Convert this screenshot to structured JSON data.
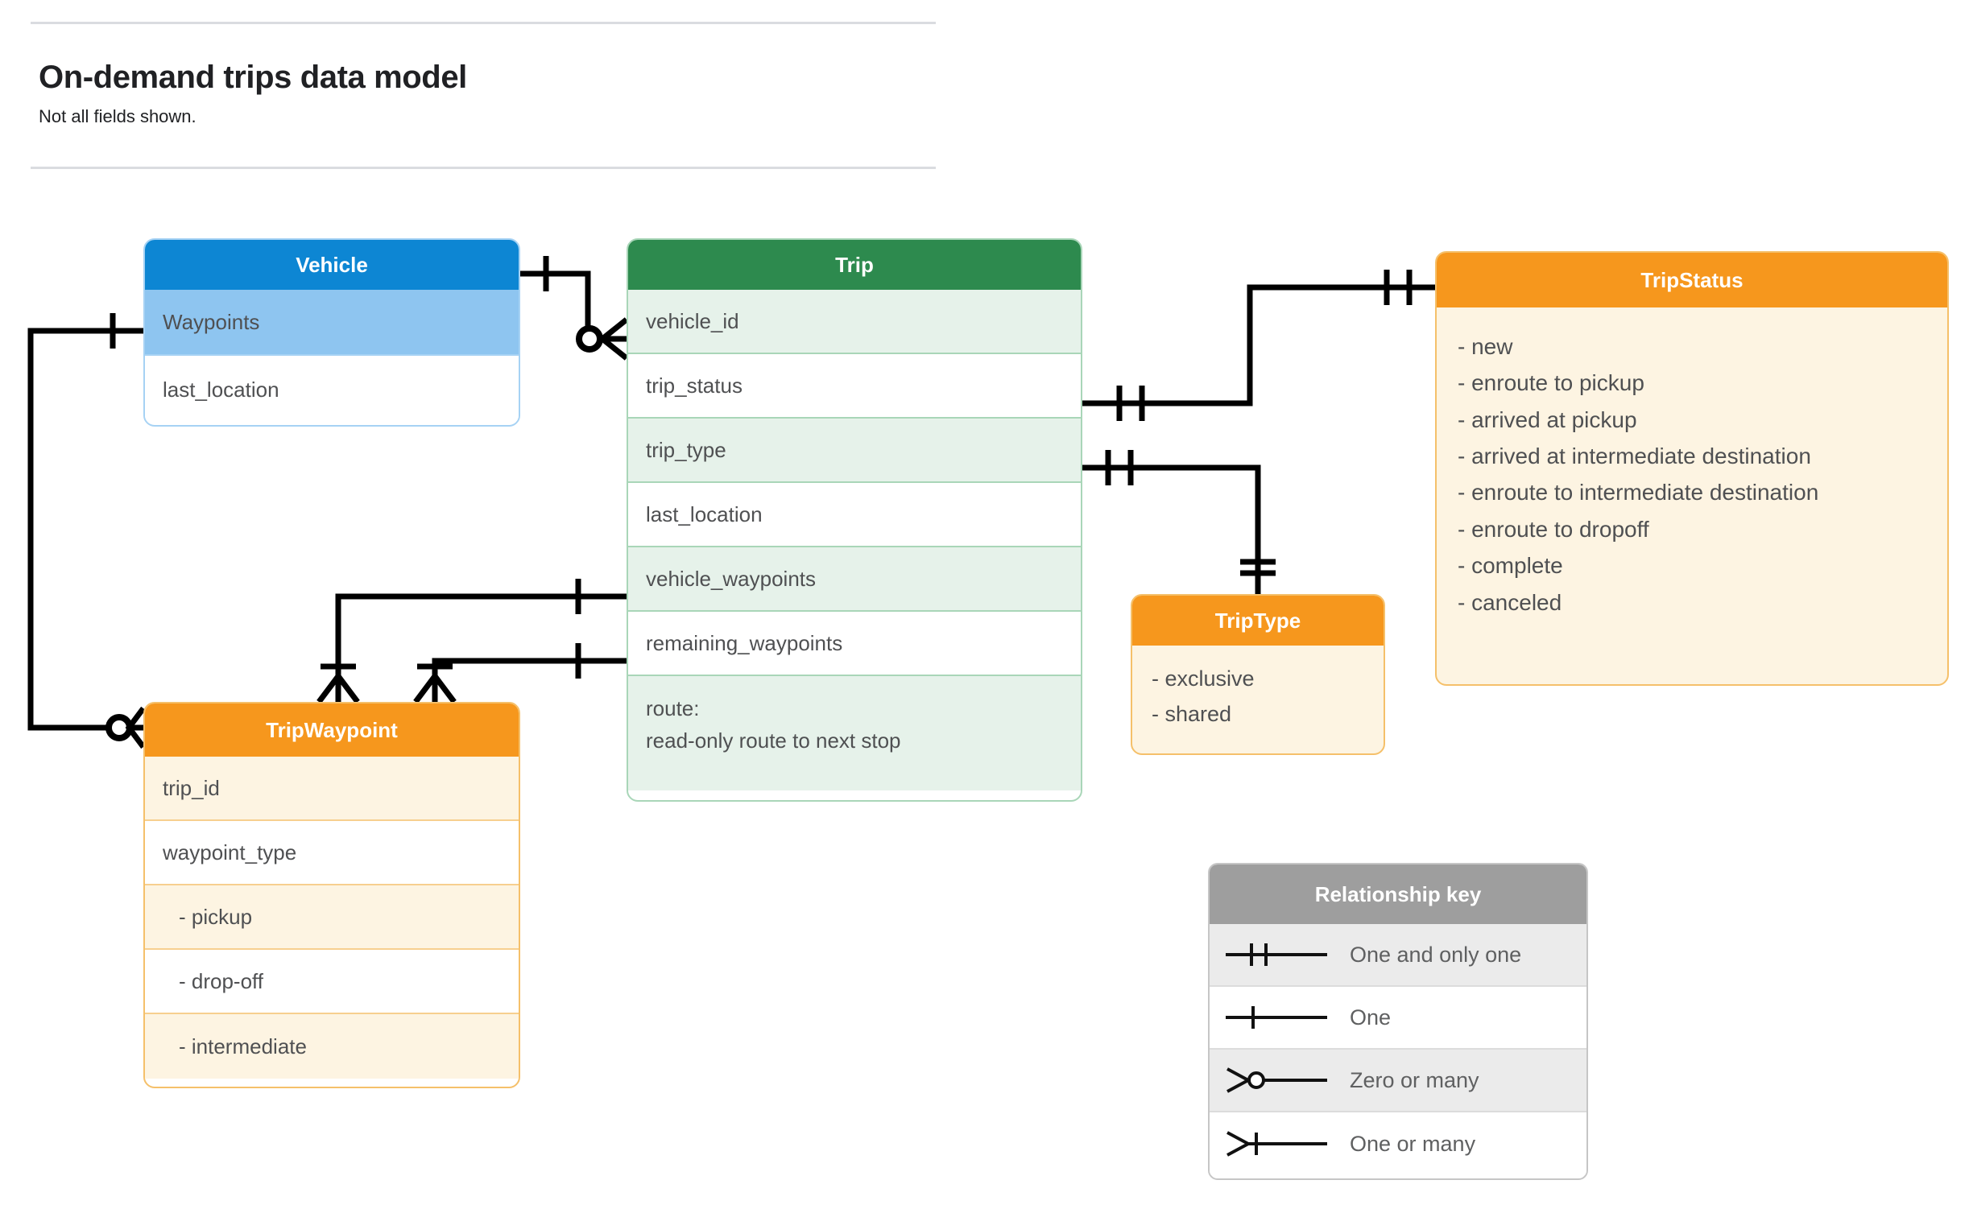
{
  "header": {
    "title": "On-demand trips data model",
    "subtitle": "Not all fields shown."
  },
  "entities": {
    "vehicle": {
      "name": "Vehicle",
      "color": "#0d86d3",
      "fields": [
        "Waypoints",
        "last_location"
      ]
    },
    "trip": {
      "name": "Trip",
      "color": "#2d8a4e",
      "fields": [
        "vehicle_id",
        "trip_status",
        "trip_type",
        "last_location",
        "vehicle_waypoints",
        "remaining_waypoints"
      ],
      "route_label": "route:",
      "route_note": "read-only route to next stop"
    },
    "trip_status": {
      "name": "TripStatus",
      "color": "#f6971d",
      "values": [
        "- new",
        "- enroute to pickup",
        "- arrived at pickup",
        "- arrived at intermediate destination",
        "- enroute to intermediate destination",
        "- enroute to dropoff",
        "- complete",
        "- canceled"
      ]
    },
    "trip_type": {
      "name": "TripType",
      "color": "#f6971d",
      "values": [
        "- exclusive",
        "- shared"
      ]
    },
    "trip_waypoint": {
      "name": "TripWaypoint",
      "color": "#f6971d",
      "fields": [
        "trip_id",
        "waypoint_type"
      ],
      "values": [
        "-  pickup",
        "-  drop-off",
        "-  intermediate"
      ]
    }
  },
  "legend": {
    "title": "Relationship key",
    "rows": [
      {
        "symbol": "one-and-only-one",
        "label": "One and only one"
      },
      {
        "symbol": "one",
        "label": "One"
      },
      {
        "symbol": "zero-or-many",
        "label": "Zero or many"
      },
      {
        "symbol": "one-or-many",
        "label": "One or many"
      }
    ]
  },
  "relationships": [
    {
      "from": "Vehicle",
      "from_cardinality": "one",
      "to": "Trip.vehicle_id",
      "to_cardinality": "zero-or-many"
    },
    {
      "from": "Vehicle.Waypoints",
      "from_cardinality": "one",
      "to": "TripWaypoint",
      "to_cardinality": "zero-or-many"
    },
    {
      "from": "Trip.trip_status",
      "from_cardinality": "one-and-only-one",
      "to": "TripStatus",
      "to_cardinality": "one-and-only-one"
    },
    {
      "from": "Trip.trip_type",
      "from_cardinality": "one-and-only-one",
      "to": "TripType",
      "to_cardinality": "one-and-only-one"
    },
    {
      "from": "Trip.vehicle_waypoints",
      "from_cardinality": "one",
      "to": "TripWaypoint",
      "to_cardinality": "one-or-many"
    },
    {
      "from": "Trip.remaining_waypoints",
      "from_cardinality": "one",
      "to": "TripWaypoint",
      "to_cardinality": "one-or-many"
    }
  ]
}
